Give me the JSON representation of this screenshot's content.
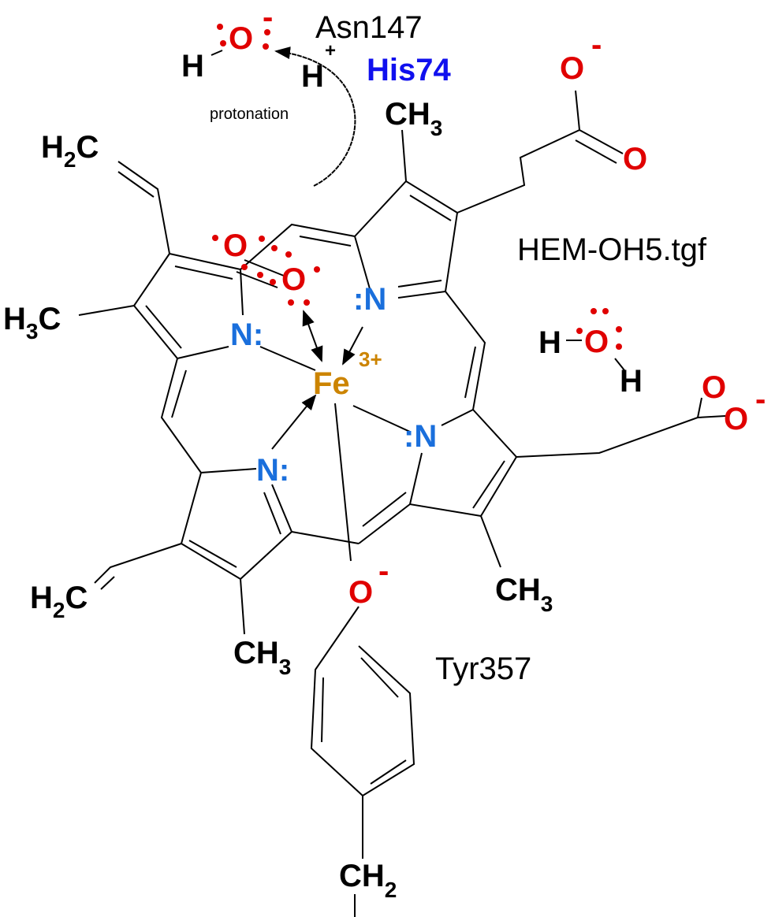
{
  "labels": {
    "asn": "Asn147",
    "his": "His74",
    "protonation": "protonation",
    "file": "HEM-OH5.tgf",
    "tyr": "Tyr357",
    "fe": "Fe",
    "fe_charge": "3+",
    "proton_h": "H",
    "proton_charge": "+",
    "hydroxide_h": "H",
    "hydroxide_o": "O",
    "minus": "-",
    "o": "O",
    "n_left": "N:",
    "n_right": ":N",
    "water_h1": "H",
    "water_o": "O",
    "water_h2": "H",
    "h": "H",
    "c": "C",
    "ch": "CH",
    "sub2": "2",
    "sub3": "3"
  },
  "colors": {
    "oxygen": "#e00000",
    "nitrogen": "#1a6fdc",
    "iron": "#cc8400",
    "histidine": "#1010ee"
  }
}
